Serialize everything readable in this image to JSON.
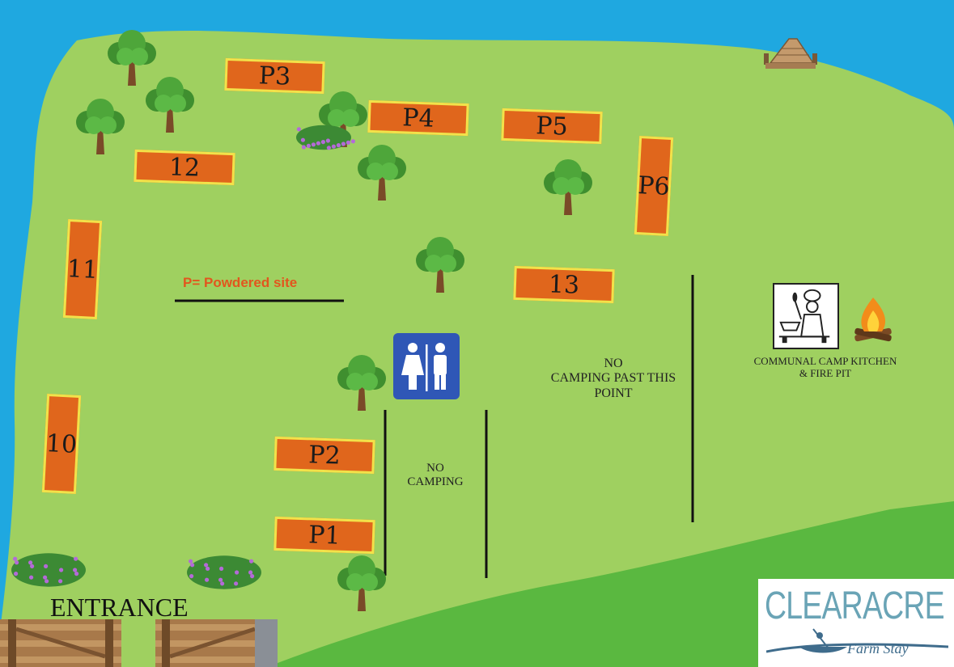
{
  "map": {
    "legend": "P= Powdered site",
    "entrance_label": "ENTRANCE",
    "sites": [
      {
        "id": "p3",
        "label": "P3"
      },
      {
        "id": "p4",
        "label": "P4"
      },
      {
        "id": "p5",
        "label": "P5"
      },
      {
        "id": "p6",
        "label": "P6"
      },
      {
        "id": "s12",
        "label": "12"
      },
      {
        "id": "s11",
        "label": "11"
      },
      {
        "id": "s13",
        "label": "13"
      },
      {
        "id": "s10",
        "label": "10"
      },
      {
        "id": "p2",
        "label": "P2"
      },
      {
        "id": "p1",
        "label": "P1"
      }
    ],
    "no_camping": {
      "line1": "NO",
      "line2": "CAMPING"
    },
    "no_camping_past": {
      "line1": "NO",
      "line2": "CAMPING PAST THIS",
      "line3": "POINT"
    },
    "kitchen": {
      "line1": "COMMUNAL CAMP KITCHEN",
      "line2": "& FIRE PIT"
    },
    "logo": {
      "name": "CLEARACRE",
      "tagline": "Farm Stay"
    },
    "icons": {
      "restroom": "restroom-icon",
      "kitchen": "chef-icon",
      "fire": "campfire-icon",
      "dock": "dock-icon",
      "tree": "tree-icon",
      "bush": "flower-bush-icon",
      "gate": "gate-icon"
    },
    "colors": {
      "water": "#1fa8e0",
      "grass": "#9fd060",
      "grass_dark": "#5ab840",
      "site_fill": "#e0661c",
      "site_border": "#f2e24a",
      "legend_text": "#e2561e",
      "restroom_bg": "#2f57b6"
    }
  }
}
